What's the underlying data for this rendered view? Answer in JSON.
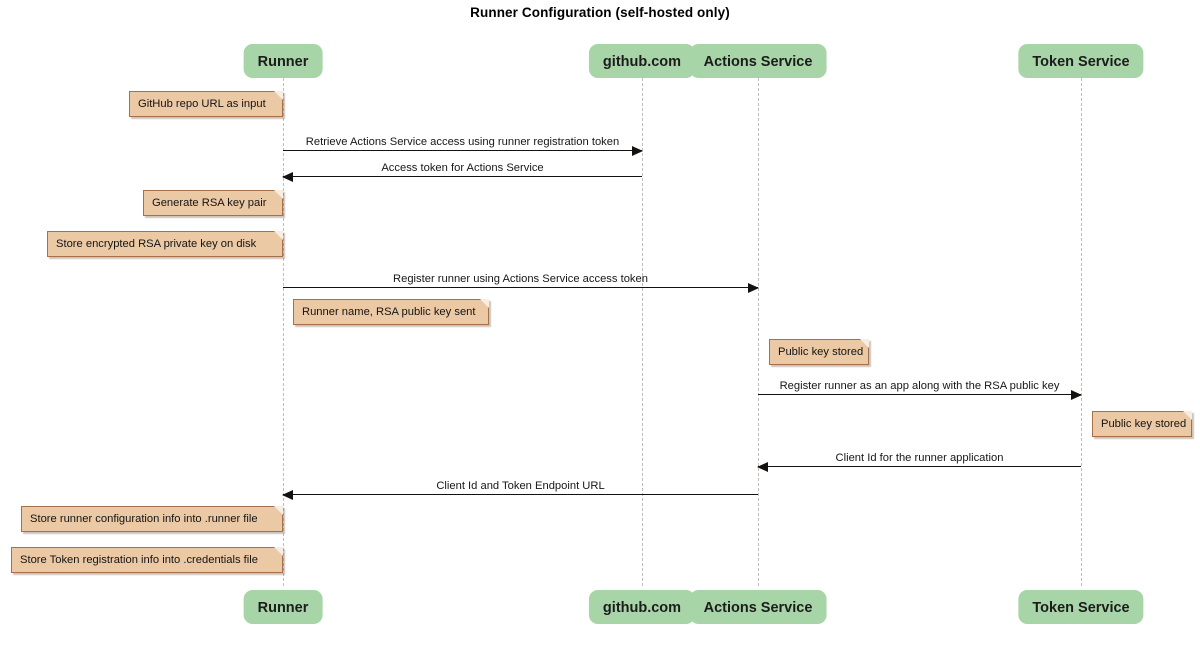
{
  "diagram": {
    "type": "sequence-diagram",
    "title": "Runner Configuration (self-hosted only)",
    "colors": {
      "participant_fill": "#a8d5a8",
      "note_fill": "#ecc9a5",
      "note_border": "#a6714a",
      "lifeline": "#bdbdbd",
      "arrow": "#14110f",
      "background": "#ffffff"
    }
  },
  "participants": [
    {
      "id": "runner",
      "label": "Runner"
    },
    {
      "id": "github",
      "label": "github.com"
    },
    {
      "id": "actions",
      "label": "Actions Service"
    },
    {
      "id": "token",
      "label": "Token Service"
    }
  ],
  "participants_bottom": [
    {
      "id": "runner",
      "label": "Runner"
    },
    {
      "id": "github",
      "label": "github.com"
    },
    {
      "id": "actions",
      "label": "Actions Service"
    },
    {
      "id": "token",
      "label": "Token Service"
    }
  ],
  "messages": [
    {
      "id": "m1",
      "from": "runner",
      "to": "github",
      "direction": "right",
      "label": "Retrieve Actions Service access using runner registration token"
    },
    {
      "id": "m2",
      "from": "github",
      "to": "runner",
      "direction": "left",
      "label": "Access token for Actions Service"
    },
    {
      "id": "m3",
      "from": "runner",
      "to": "actions",
      "direction": "right",
      "label": "Register runner using Actions Service access token"
    },
    {
      "id": "m4",
      "from": "actions",
      "to": "token",
      "direction": "right",
      "label": "Register runner as an app along with the RSA public key"
    },
    {
      "id": "m5",
      "from": "token",
      "to": "actions",
      "direction": "left",
      "label": "Client Id for the runner application"
    },
    {
      "id": "m6",
      "from": "actions",
      "to": "runner",
      "direction": "left",
      "label": "Client Id and Token Endpoint URL"
    }
  ],
  "notes": [
    {
      "id": "n1",
      "text": "GitHub repo URL as input"
    },
    {
      "id": "n2",
      "text": "Generate RSA key pair"
    },
    {
      "id": "n3",
      "text": "Store encrypted RSA private key on disk"
    },
    {
      "id": "n4",
      "text": "Runner name, RSA public key sent"
    },
    {
      "id": "n5",
      "text": "Public key stored"
    },
    {
      "id": "n6",
      "text": "Public key stored"
    },
    {
      "id": "n7",
      "text": "Store runner configuration info into .runner file"
    },
    {
      "id": "n8",
      "text": "Store Token registration info into .credentials file"
    }
  ]
}
